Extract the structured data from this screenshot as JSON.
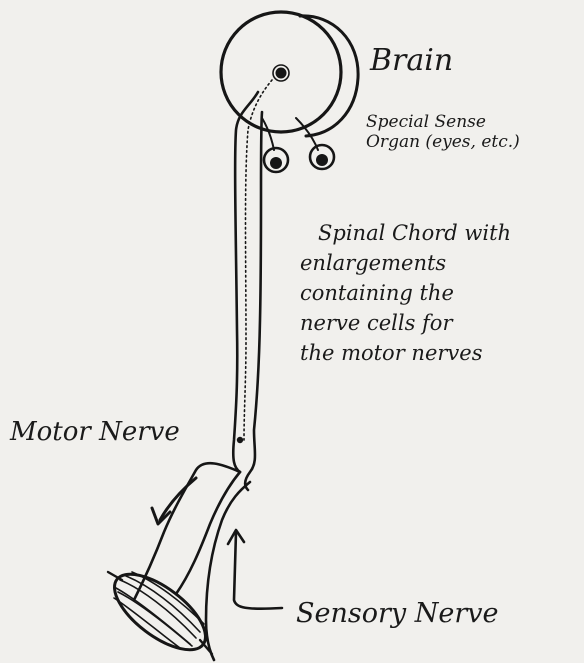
{
  "labels": {
    "brain": "Brain",
    "sense_line1": "Special Sense",
    "sense_line2": "Organ (eyes, etc.)",
    "spinal_line1": "Spinal Chord with",
    "spinal_line2": "enlargements",
    "spinal_line3": "containing the",
    "spinal_line4": "nerve cells for",
    "spinal_line5": "the motor nerves",
    "motor_nerve": "Motor Nerve",
    "sensory_nerve": "Sensory Nerve"
  }
}
